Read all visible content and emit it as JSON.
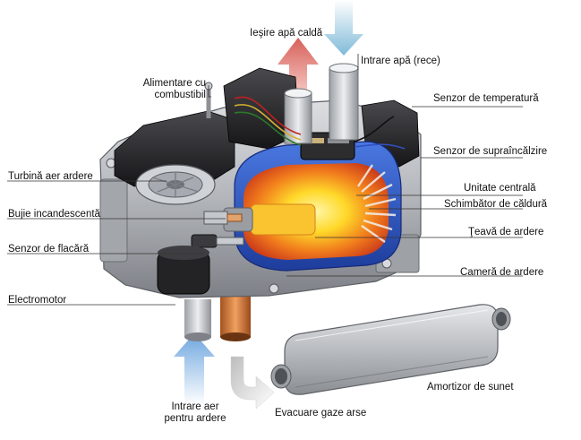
{
  "labels": {
    "hot_water_out": "Ieşire apă caldă",
    "cold_water_in": "Intrare apă (rece)",
    "fuel_supply_line1": "Alimentare cu",
    "fuel_supply_line2": "combustibil",
    "temperature_sensor": "Senzor de temperatură",
    "overheat_sensor": "Senzor de supraîncălzire",
    "combustion_air_fan": "Turbină aer ardere",
    "glow_plug": "Bujie incandescentă",
    "control_unit": "Unitate centrală",
    "heat_exchanger": "Schimbător de căldură",
    "flame_tube": "Ţeavă de ardere",
    "flame_sensor": "Senzor de flacără",
    "combustion_chamber": "Cameră de ardere",
    "electric_motor": "Electromotor",
    "silencer": "Amortizor de sunet",
    "air_intake_line1": "Intrare aer",
    "air_intake_line2": "pentru ardere",
    "exhaust_out": "Evacuare gaze arse"
  },
  "colors": {
    "hot_arrow": "#d9645e",
    "cold_arrow": "#8fc3df",
    "air_arrow": "#8ab9e6",
    "exhaust_arrow": "#c9c9c9",
    "flame_core": "#ffe13a",
    "flame_outer": "#e85a1c",
    "water_jacket": "#2f56c8",
    "housing": "#b4b7bc",
    "cover": "#2a2a2c"
  }
}
